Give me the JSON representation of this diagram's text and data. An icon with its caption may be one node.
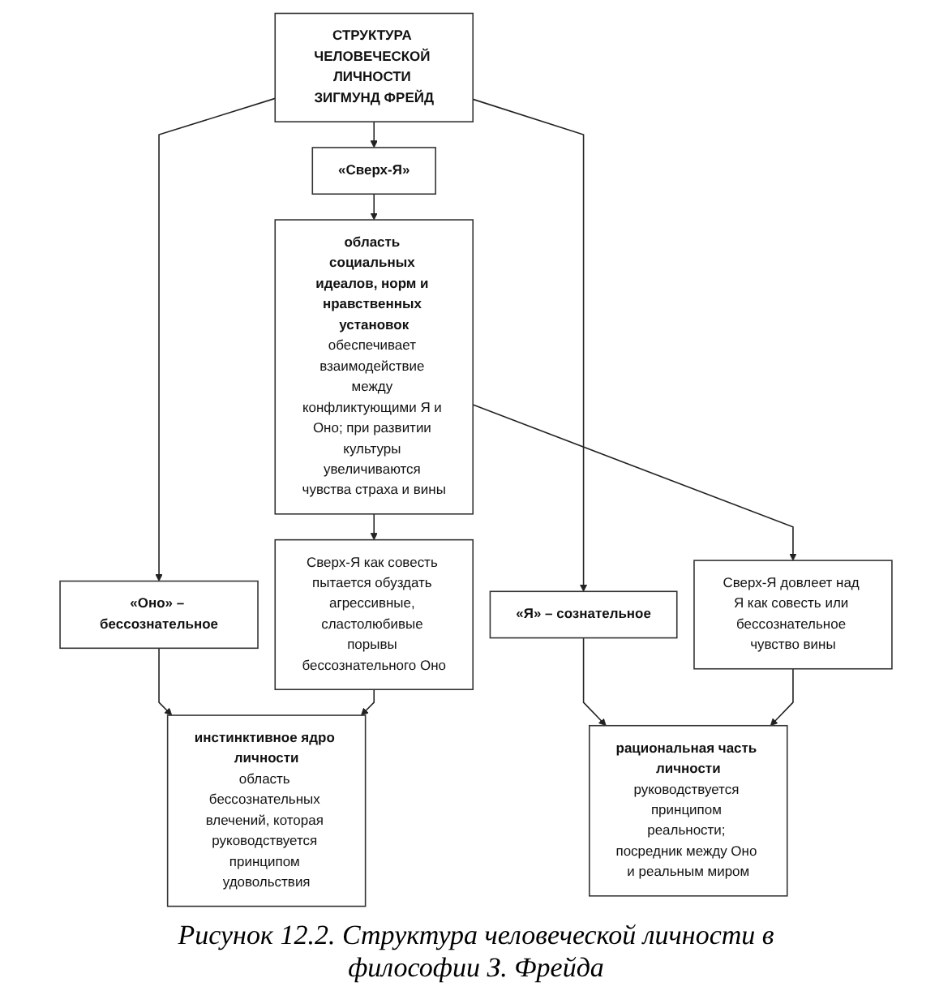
{
  "diagram": {
    "caption": "Рисунок 12.2. Структура человеческой личности в философии З. Фрейда",
    "nodes": [
      {
        "text": [
          "СТРУКТУРА ЧЕЛОВЕЧЕСКОЙ ЛИЧНОСТИ ЗИГМУНД ФРЕЙД"
        ]
      },
      {
        "text": [
          "«Оно» – бессознательное"
        ]
      },
      {
        "text": [
          "«Я» – сознательное"
        ]
      },
      {
        "text": [
          "«Сверх-Я»"
        ]
      },
      {
        "text": [
          "инстинктивное ядро личности",
          "область бессознательных влечений, которая руководствуется принципом удовольствия"
        ]
      },
      {
        "text": [
          "рациональная часть личности",
          "руководствуется принципом реальности; посредник между Оно и реальным миром"
        ]
      },
      {
        "text": [
          "область социальных идеалов, норм и нравственных установок",
          "обеспечивает взаимодействие между конфликтующими Я и Оно; при развитии культуры увеличиваются чувства страха и вины"
        ]
      },
      {
        "text": [
          "Сверх-Я как совесть пытается обуздать агрессивные, сластолюбивые порывы бессознательного Оно"
        ]
      },
      {
        "text": [
          "Сверх-Я довлеет над Я как совесть или бессознательное чувство вины"
        ]
      }
    ],
    "edges": [
      {
        "from": 0,
        "to": 1,
        "arrow": "to"
      },
      {
        "from": 0,
        "to": 2,
        "arrow": "to"
      },
      {
        "from": 0,
        "to": 3,
        "arrow": "to"
      },
      {
        "from": 1,
        "to": 4,
        "arrow": "to"
      },
      {
        "from": 2,
        "to": 5,
        "arrow": "to"
      },
      {
        "from": 3,
        "to": 6,
        "arrow": "to"
      },
      {
        "from": 6,
        "to": 8,
        "arrow": "to"
      },
      {
        "from": 8,
        "to": 5,
        "arrow": "to"
      },
      {
        "from": 6,
        "to": 7,
        "arrow": "to"
      },
      {
        "from": 7,
        "to": 4,
        "arrow": "to"
      }
    ]
  }
}
